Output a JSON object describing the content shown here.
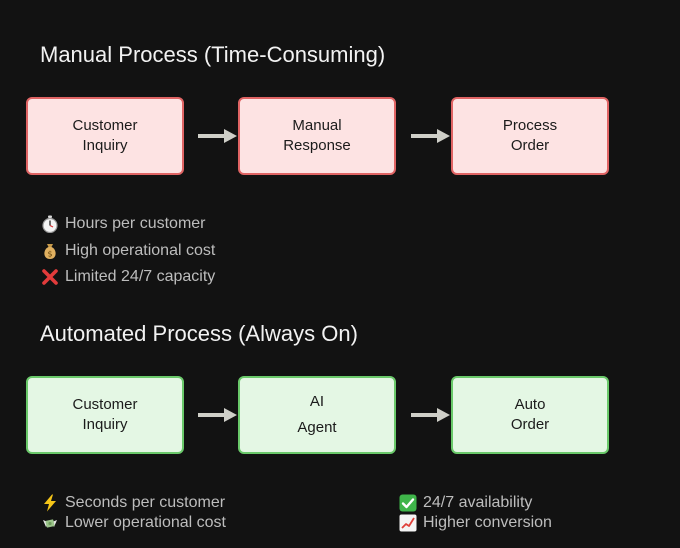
{
  "manual": {
    "title": "Manual Process (Time-Consuming)",
    "steps": [
      {
        "line1": "Customer",
        "line2": "Inquiry"
      },
      {
        "line1": "Manual",
        "line2": "Response"
      },
      {
        "line1": "Process",
        "line2": "Order"
      }
    ],
    "notes": [
      {
        "icon": "stopwatch-icon",
        "text": "Hours per customer"
      },
      {
        "icon": "money-bag-icon",
        "text": "High operational cost"
      },
      {
        "icon": "red-x-icon",
        "text": "Limited 24/7 capacity"
      }
    ]
  },
  "automated": {
    "title": "Automated Process (Always On)",
    "steps": [
      {
        "line1": "Customer",
        "line2": "Inquiry"
      },
      {
        "line1": "AI",
        "line2": "Agent"
      },
      {
        "line1": "Auto",
        "line2": "Order"
      }
    ],
    "notes_left": [
      {
        "icon": "lightning-icon",
        "text": "Seconds per customer"
      },
      {
        "icon": "money-wings-icon",
        "text": "Lower operational cost"
      }
    ],
    "notes_right": [
      {
        "icon": "green-check-icon",
        "text": "24/7 availability"
      },
      {
        "icon": "chart-up-icon",
        "text": "Higher conversion"
      }
    ]
  },
  "colors": {
    "background": "#121212",
    "manual_fill": "#fde3e3",
    "manual_border": "#e06464",
    "auto_fill": "#e4f7e4",
    "auto_border": "#6ac96a",
    "arrow": "#cfcfc8"
  }
}
